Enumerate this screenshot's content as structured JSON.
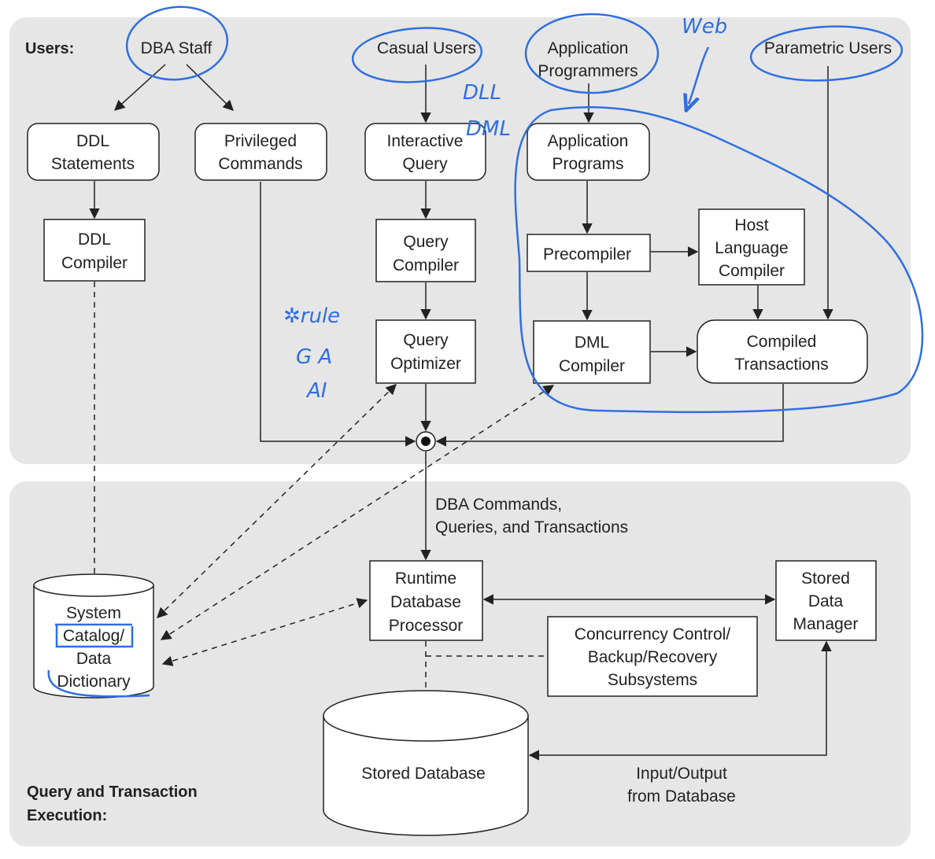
{
  "sections": {
    "users_label": "Users:",
    "execution_label": [
      "Query and Transaction",
      "Execution:"
    ]
  },
  "users": {
    "dba_staff": "DBA Staff",
    "casual_users": "Casual Users",
    "application_programmers": [
      "Application",
      "Programmers"
    ],
    "parametric_users": "Parametric Users"
  },
  "components": {
    "ddl_statements": [
      "DDL",
      "Statements"
    ],
    "privileged_commands": [
      "Privileged",
      "Commands"
    ],
    "interactive_query": [
      "Interactive",
      "Query"
    ],
    "application_programs": [
      "Application",
      "Programs"
    ],
    "ddl_compiler": [
      "DDL",
      "Compiler"
    ],
    "query_compiler": [
      "Query",
      "Compiler"
    ],
    "precompiler": "Precompiler",
    "host_language_compiler": [
      "Host",
      "Language",
      "Compiler"
    ],
    "query_optimizer": [
      "Query",
      "Optimizer"
    ],
    "dml_compiler": [
      "DML",
      "Compiler"
    ],
    "compiled_transactions": [
      "Compiled",
      "Transactions"
    ],
    "system_catalog": [
      "System",
      "Catalog/",
      "Data",
      "Dictionary"
    ],
    "runtime_processor": [
      "Runtime",
      "Database",
      "Processor"
    ],
    "stored_data_manager": [
      "Stored",
      "Data",
      "Manager"
    ],
    "concurrency_control": [
      "Concurrency Control/",
      "Backup/Recovery",
      "Subsystems"
    ],
    "stored_database": "Stored Database"
  },
  "edge_labels": {
    "dba_commands": [
      "DBA Commands,",
      "Queries, and Transactions"
    ],
    "input_output": [
      "Input/Output",
      "from Database"
    ]
  },
  "annotations": {
    "dll": "DLL",
    "dml": "DML",
    "web": "Web",
    "rule": "✲rule",
    "ga": "G A",
    "ai": "AI"
  }
}
